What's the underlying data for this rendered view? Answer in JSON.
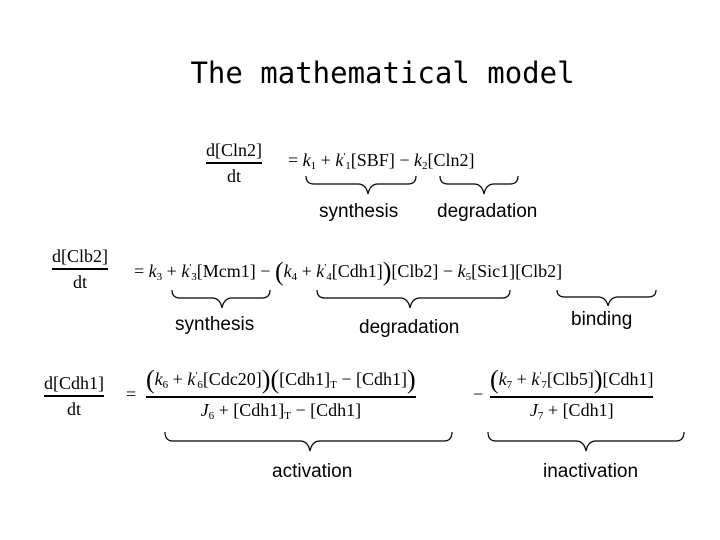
{
  "title": "The mathematical model",
  "labels": {
    "cln2_synthesis": "synthesis",
    "cln2_degradation": "degradation",
    "clb2_synthesis": "synthesis",
    "clb2_degradation": "degradation",
    "clb2_binding": "binding",
    "cdh1_activation": "activation",
    "cdh1_inactivation": "inactivation"
  },
  "equations": {
    "cln2": {
      "lhs_num": "d[Cln2]",
      "lhs_den": "dt",
      "k1": "k",
      "k1_sub": "1",
      "k1p": "k",
      "k1p_sub": "1",
      "k1p_sup": "'",
      "sbf": "[SBF]",
      "k2": "k",
      "k2_sub": "2",
      "cln2": "[Cln2]"
    },
    "clb2": {
      "lhs_num": "d[Clb2]",
      "lhs_den": "dt",
      "k3_sub": "3",
      "k3p_sub": "3",
      "mcm1": "[Mcm1]",
      "k4_sub": "4",
      "k4p_sub": "4",
      "cdh1": "[Cdh1]",
      "clb2": "[Clb2]",
      "k5_sub": "5",
      "sic1": "[Sic1][Clb2]"
    },
    "cdh1": {
      "lhs_num": "d[Cdh1]",
      "lhs_den": "dt",
      "k6_sub": "6",
      "k6p_sub": "6",
      "cdc20": "[Cdc20]",
      "cdh1T": "[Cdh1]",
      "T_sub": "T",
      "cdh1": "[Cdh1]",
      "J6_sub": "6",
      "k7_sub": "7",
      "k7p_sub": "7",
      "clb5": "[Clb5]",
      "J7_sub": "7"
    }
  }
}
